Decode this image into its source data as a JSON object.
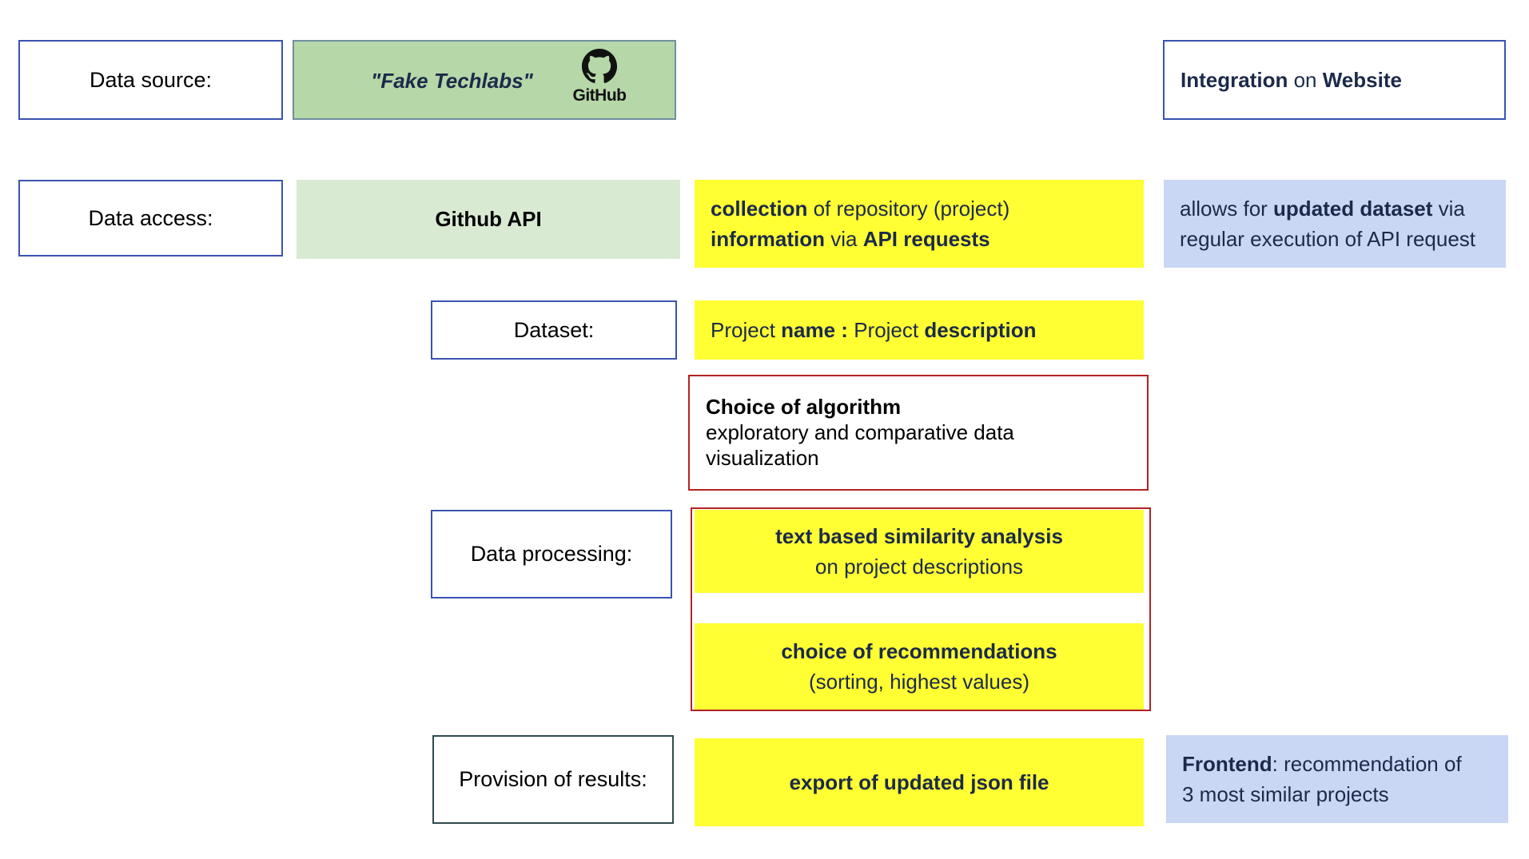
{
  "stages": {
    "source": "Data source:",
    "access": "Data access:",
    "dataset": "Dataset:",
    "processing": "Data processing:",
    "provision": "Provision of results:"
  },
  "source": {
    "name": "\"Fake Techlabs\"",
    "logo_text": "GitHub"
  },
  "integration": {
    "part1": "Integration",
    "part2": " on ",
    "part3": "Website"
  },
  "access": {
    "api": "Github API",
    "collection": {
      "b1": "collection",
      "t1": " of  repository (project)",
      "b2": "information",
      "t2": " via ",
      "b3": "API requests"
    },
    "note": {
      "t1": "allows for ",
      "b1": "updated dataset",
      "t2": " via",
      "line2": "regular execution of API request"
    }
  },
  "dataset": {
    "t1": "Project ",
    "b1": "name :",
    "t2": " Project ",
    "b2": "description"
  },
  "algorithm": {
    "title": "Choice of algorithm",
    "line1": "exploratory and comparative data",
    "line2": "visualization"
  },
  "processing": {
    "similarity_title": "text based similarity analysis",
    "similarity_sub": "on project descriptions",
    "recommend_title": "choice of recommendations",
    "recommend_sub": "(sorting, highest values)"
  },
  "provision": {
    "export": "export of updated json file",
    "frontend": {
      "b1": "Frontend",
      "t1": ": recommendation of",
      "line2": "3 most similar projects"
    }
  },
  "colors": {
    "yellow": "#ffff33",
    "lavender": "#c9d7f4",
    "green_dark": "#b6d7a8",
    "green_light": "#d9ead3",
    "blue_border": "#3b52b0",
    "red_border": "#b22222"
  }
}
